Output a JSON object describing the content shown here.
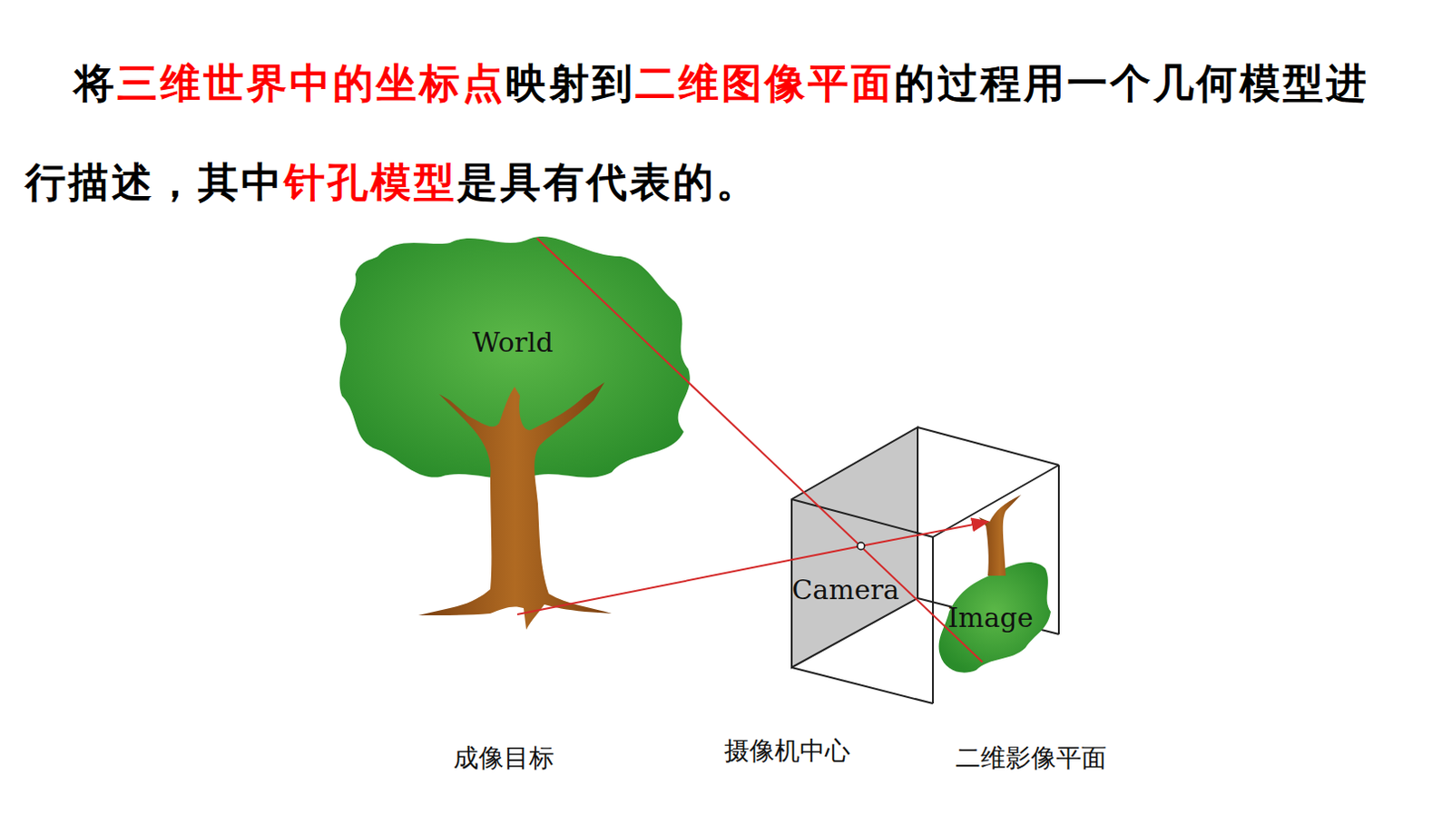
{
  "diagram": {
    "labels": [
      "将",
      "三维世界中的坐标点",
      "映射到",
      "二维图像平面",
      "的过程用一个几何模型进行描述，其中",
      "针孔模型",
      "是具有代表的。",
      "World",
      "Camera",
      "Image",
      "成像目标",
      "摄像机中心",
      "二维影像平面"
    ]
  }
}
